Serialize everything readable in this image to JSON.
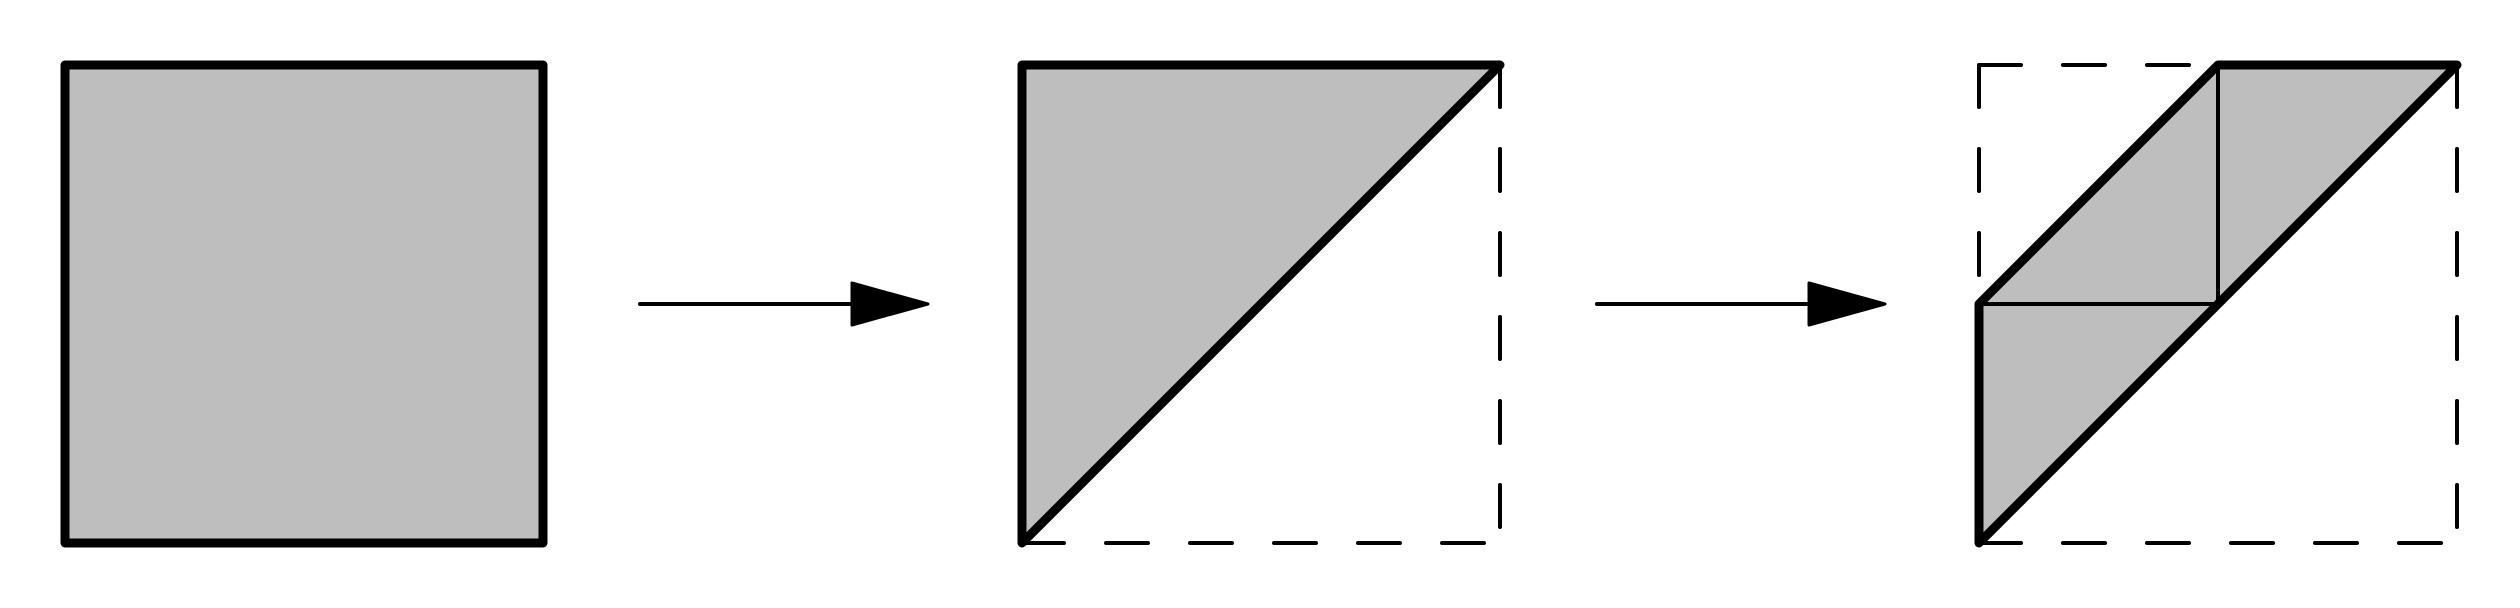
{
  "diagram": {
    "steps": [
      {
        "id": "square",
        "shape": "filled square"
      },
      {
        "id": "fold-1",
        "shape": "square folded along diagonal into triangle"
      },
      {
        "id": "fold-2",
        "shape": "triangle corner folded down"
      }
    ],
    "arrows": [
      {
        "from": "square",
        "to": "fold-1"
      },
      {
        "from": "fold-1",
        "to": "fold-2"
      }
    ]
  },
  "colors": {
    "fill": "#bebebe",
    "stroke": "#000000",
    "background": "#ffffff"
  }
}
